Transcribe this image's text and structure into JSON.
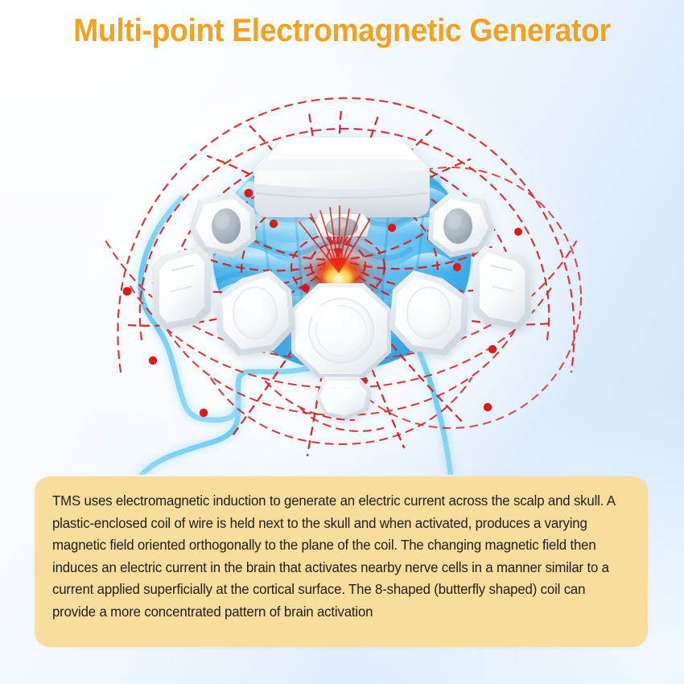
{
  "page": {
    "title": "Multi-point Electromagnetic Generator",
    "title_color": "#f5a11e",
    "background_colors": {
      "top_left": "#fdfdff",
      "top_right": "#cfe4f7",
      "bottom_left": "#cde2f8",
      "bottom_right": "#eef7ff"
    }
  },
  "illustration": {
    "name": "tms-multi-coil-head-diagram",
    "subject": "human head profile with brain and multiple electromagnetic coil modules",
    "colors": {
      "brain": "#45b6ef",
      "brain_light": "#9fdcf8",
      "brain_deep": "#1f8fd6",
      "head_outline": "#59c6f0",
      "device_white": "#ffffff",
      "device_shadow": "#d6dde3",
      "field_line": "#d92121",
      "focal_glow_core": "#ffd24a",
      "focal_glow_mid": "#ff6a11",
      "focal_glow_outer": "#e01b10"
    },
    "elements": {
      "top_cap_label": "hexagonal generator cap",
      "coil_count": 9,
      "field_line_count": 22,
      "marker_dot_count": 13
    }
  },
  "description": {
    "text": "TMS uses electromagnetic induction to generate an electric current across the scalp and skull. A plastic-enclosed coil of wire is held next to the skull and when activated, produces a varying magnetic field oriented orthogonally to the plane of the coil. The changing magnetic field then induces an electric current in the brain that activates nearby nerve cells in a manner similar to a current applied superficially at the cortical surface. The 8-shaped (butterfly shaped) coil can provide a more concentrated pattern of brain activation",
    "background_color": "#f8dd9c",
    "text_color": "#1d1d1f"
  }
}
